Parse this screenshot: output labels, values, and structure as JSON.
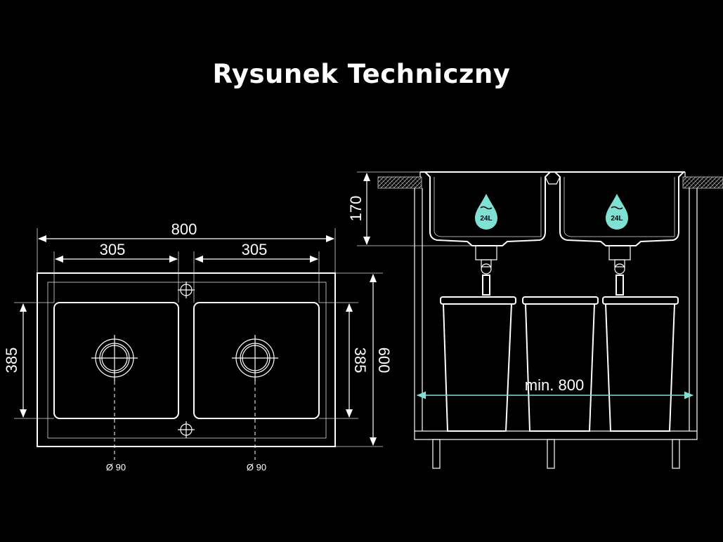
{
  "title": "Rysunek Techniczny",
  "top_view": {
    "overall_width": "800",
    "bowl_width_left": "305",
    "bowl_width_right": "305",
    "bowl_depth_left": "385",
    "bowl_depth_right": "385",
    "overall_depth": "600",
    "drain_left": "Ø 90",
    "drain_right": "Ø 90"
  },
  "side_view": {
    "bowl_height": "170",
    "capacity_left": "24L",
    "capacity_right": "24L",
    "cabinet_min": "min. 800"
  },
  "colors": {
    "accent": "#7fe0d4",
    "line": "#ffffff",
    "background": "#000000"
  },
  "icons": [
    "water-drop-icon"
  ]
}
